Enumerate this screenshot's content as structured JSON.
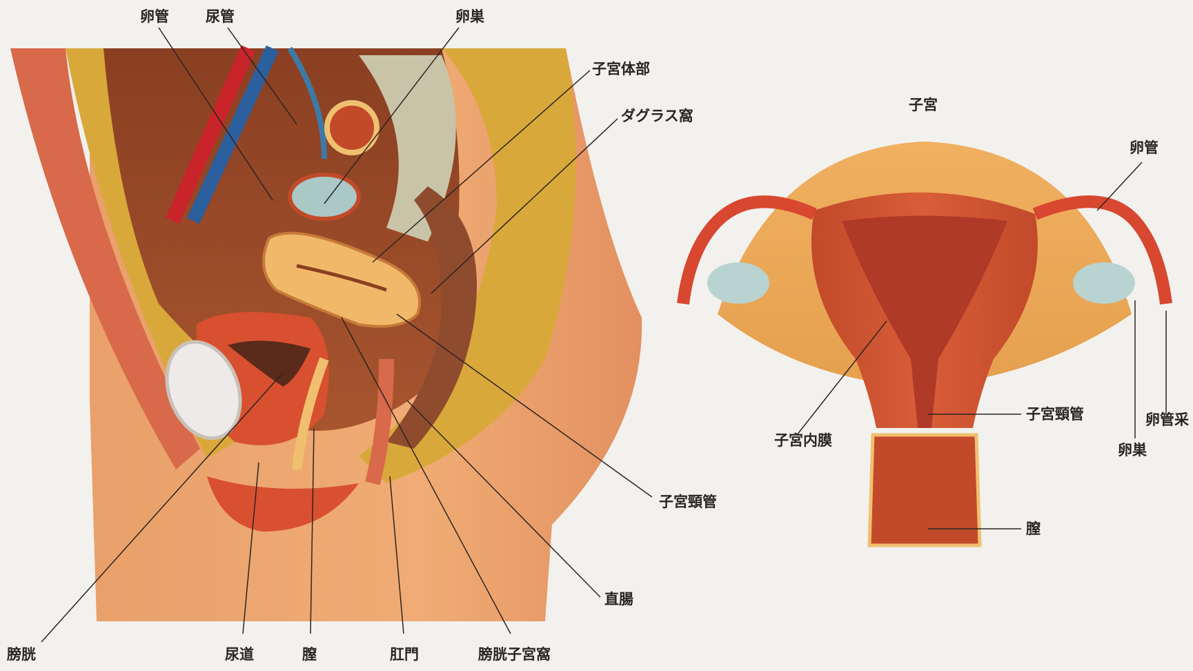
{
  "sagittal": {
    "labels": {
      "oviduct": "卵管",
      "ureter": "尿管",
      "ovary": "卵巣",
      "uterine_body": "子宮体部",
      "douglas_pouch": "ダグラス窩",
      "cervical_canal": "子宮頸管",
      "rectum": "直腸",
      "bladder": "膀胱",
      "urethra": "尿道",
      "vagina": "膣",
      "anus": "肛門",
      "vesicouterine_pouch": "膀胱子宮窩"
    }
  },
  "uterus": {
    "title": "子宮",
    "labels": {
      "oviduct": "卵管",
      "endometrium": "子宮内膜",
      "cervical_canal": "子宮頸管",
      "fimbria": "卵管采",
      "ovary": "卵巣",
      "vagina": "膣"
    }
  }
}
